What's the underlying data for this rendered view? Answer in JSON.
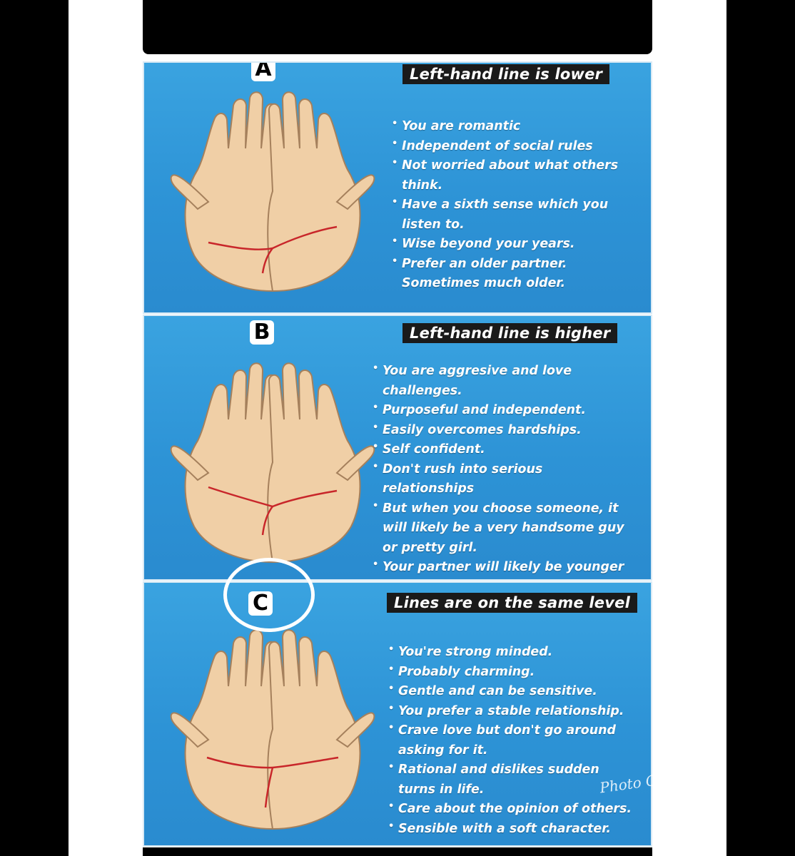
{
  "panels": [
    {
      "letter": "A",
      "title": "Left-hand line is lower",
      "traits": [
        "You are romantic",
        "Independent of social rules",
        "Not worried about what others think.",
        "Have a sixth sense which you listen to.",
        "Wise beyond your years.",
        "Prefer an older partner. Sometimes much older."
      ],
      "line_style": "left-lower"
    },
    {
      "letter": "B",
      "title": "Left-hand line is higher",
      "traits": [
        "You are aggresive and love challenges.",
        "Purposeful and independent.",
        "Easily overcomes hardships.",
        "Self confident.",
        "Don't rush into serious relationships",
        "But when you choose someone, it will likely be a very handsome guy or pretty girl.",
        "Your partner will likely be younger than you."
      ],
      "line_style": "left-higher"
    },
    {
      "letter": "C",
      "title": "Lines are on the same level",
      "traits": [
        "You're strong minded.",
        "Probably charming.",
        "Gentle and can be sensitive.",
        "You prefer a stable relationship.",
        "Crave love but don't go around asking for it.",
        "Rational and dislikes sudden turns in life.",
        "Care about the opinion of others.",
        "Sensible with a soft character."
      ],
      "line_style": "same-level",
      "circled": true
    }
  ],
  "watermark": "Photo Grid",
  "colors": {
    "panel_blue": "#2d93d6",
    "skin": "#f0cfa6",
    "palm_line": "#c8262a",
    "title_bg": "#1a1a1a"
  }
}
